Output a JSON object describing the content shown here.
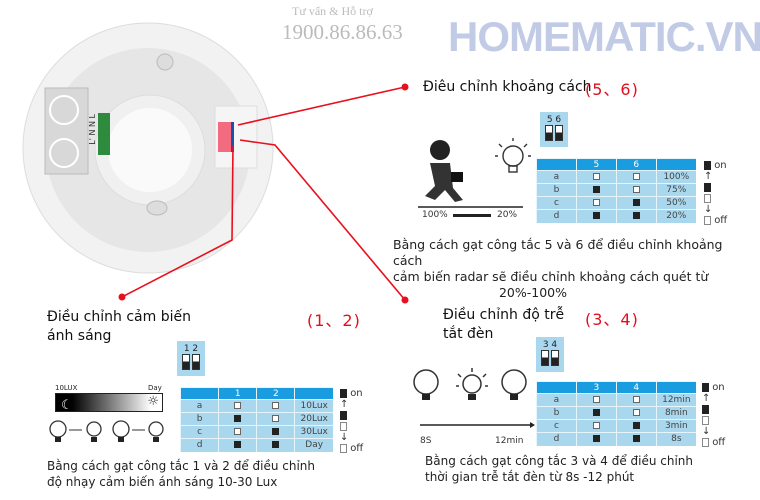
{
  "device": {
    "terminal_labels": "L' N N L"
  },
  "distance": {
    "title": "Điêu chỉnh khoảng cách",
    "switches": "(5、6)",
    "mini_label": "5 6",
    "headers": [
      "",
      "5",
      "6",
      ""
    ],
    "rows": [
      [
        "a",
        "off",
        "off",
        "100%"
      ],
      [
        "b",
        "on",
        "off",
        "75%"
      ],
      [
        "c",
        "off",
        "on",
        "50%"
      ],
      [
        "d",
        "on",
        "on",
        "20%"
      ]
    ],
    "range_from": "100%",
    "range_to": "20%",
    "caption": [
      "Bằng cách gạt công tắc 5 và 6 để điều chỉnh khoảng cách",
      "cảm biến radar sẽ điều chỉnh khoảng cách quét từ",
      "20%-100%"
    ]
  },
  "light": {
    "title": [
      "Điều chỉnh cảm biến",
      "ánh sáng"
    ],
    "switches": "(1、2)",
    "mini_label": "1 2",
    "headers": [
      "",
      "1",
      "2",
      ""
    ],
    "rows": [
      [
        "a",
        "off",
        "off",
        "10Lux"
      ],
      [
        "b",
        "on",
        "off",
        "20Lux"
      ],
      [
        "c",
        "off",
        "on",
        "30Lux"
      ],
      [
        "d",
        "on",
        "on",
        "Day"
      ]
    ],
    "bar_left": "10LUX",
    "bar_right": "Day",
    "caption": [
      "Bằng cách gạt công tắc 1 và 2 để điều chỉnh",
      "độ nhạy cảm biến ánh sáng 10-30 Lux"
    ]
  },
  "delay": {
    "title": [
      "Điều chỉnh độ trễ",
      "tắt đèn"
    ],
    "switches": "(3、4)",
    "mini_label": "3 4",
    "headers": [
      "",
      "3",
      "4",
      ""
    ],
    "rows": [
      [
        "a",
        "off",
        "off",
        "12min"
      ],
      [
        "b",
        "on",
        "off",
        "8min"
      ],
      [
        "c",
        "off",
        "on",
        "3min"
      ],
      [
        "d",
        "on",
        "on",
        "8s"
      ]
    ],
    "range_from": "8S",
    "range_to": "12min",
    "caption": [
      "Bằng cách gạt công tắc 3 và 4 để điều chỉnh",
      "thời gian trễ tắt đèn từ 8s -12 phút"
    ]
  },
  "legend": {
    "on": "on",
    "off": "off"
  },
  "watermark": {
    "brand": "HOMEMATIC.VN",
    "support": "Tư vấn & Hỗ trợ",
    "phone": "1900.86.86.63"
  },
  "colors": {
    "accent": "#e0101e",
    "table_header": "#1a9de0",
    "table_body": "#a9d7ee"
  }
}
